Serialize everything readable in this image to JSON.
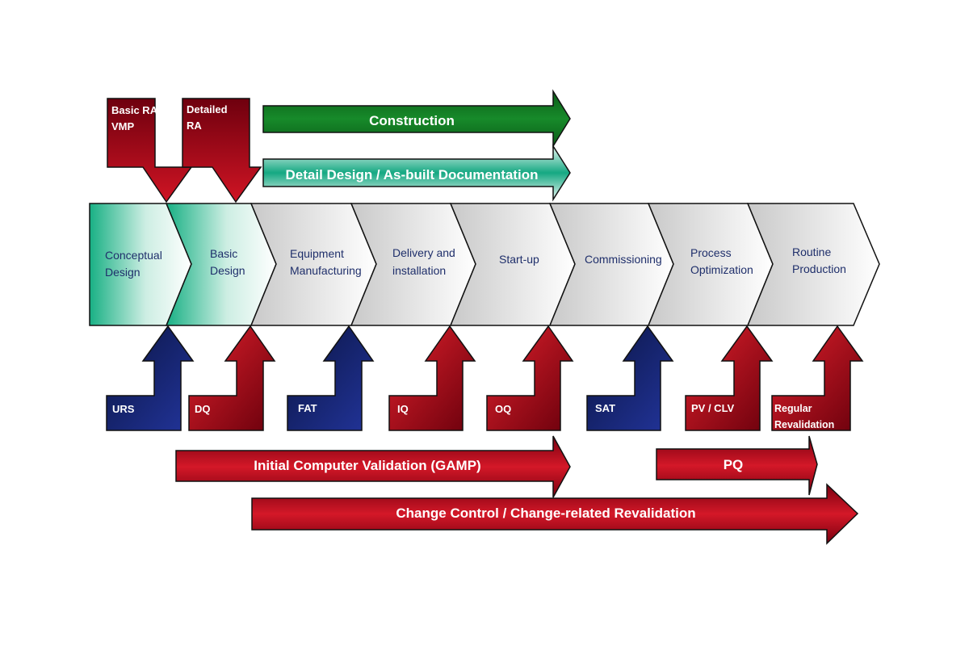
{
  "top_arrows": {
    "construction": "Construction",
    "detail_design": "Detail Design / As-built Documentation"
  },
  "risk_callouts": {
    "basic_ra": [
      "Basic RA /",
      "VMP"
    ],
    "detailed_ra": [
      "Detailed",
      "RA"
    ]
  },
  "phases": [
    {
      "id": "conceptual-design",
      "lines": [
        "Conceptual",
        "Design"
      ]
    },
    {
      "id": "basic-design",
      "lines": [
        "Basic",
        "Design"
      ]
    },
    {
      "id": "equipment-manufacturing",
      "lines": [
        "Equipment",
        "Manufacturing"
      ]
    },
    {
      "id": "delivery-installation",
      "lines": [
        "Delivery and",
        "installation"
      ]
    },
    {
      "id": "start-up",
      "lines": [
        "Start-up"
      ]
    },
    {
      "id": "commissioning",
      "lines": [
        "Commissioning"
      ]
    },
    {
      "id": "process-optimization",
      "lines": [
        "Process",
        "Optimization"
      ]
    },
    {
      "id": "routine-production",
      "lines": [
        "Routine",
        "Production"
      ]
    }
  ],
  "qualification_steps": [
    {
      "id": "urs",
      "lines": [
        "URS"
      ],
      "kind": "blue"
    },
    {
      "id": "dq",
      "lines": [
        "DQ"
      ],
      "kind": "red"
    },
    {
      "id": "fat",
      "lines": [
        "FAT"
      ],
      "kind": "blue"
    },
    {
      "id": "iq",
      "lines": [
        "IQ"
      ],
      "kind": "red"
    },
    {
      "id": "oq",
      "lines": [
        "OQ"
      ],
      "kind": "red"
    },
    {
      "id": "sat",
      "lines": [
        "SAT"
      ],
      "kind": "blue"
    },
    {
      "id": "pv-clv",
      "lines": [
        "PV / CLV"
      ],
      "kind": "red"
    },
    {
      "id": "regular-revalidation",
      "lines": [
        "Regular",
        "Revalidation"
      ],
      "kind": "red"
    }
  ],
  "bottom_arrows": {
    "initial_validation": "Initial Computer Validation (GAMP)",
    "pq": "PQ",
    "change_control": "Change Control / Change-related Revalidation"
  },
  "colors": {
    "dark_red": "#7a0010",
    "red": "#cc1020",
    "dark_blue": "#0a1440",
    "blue": "#1a2a80",
    "green": "#0f6b1f",
    "teal": "#17a884"
  }
}
